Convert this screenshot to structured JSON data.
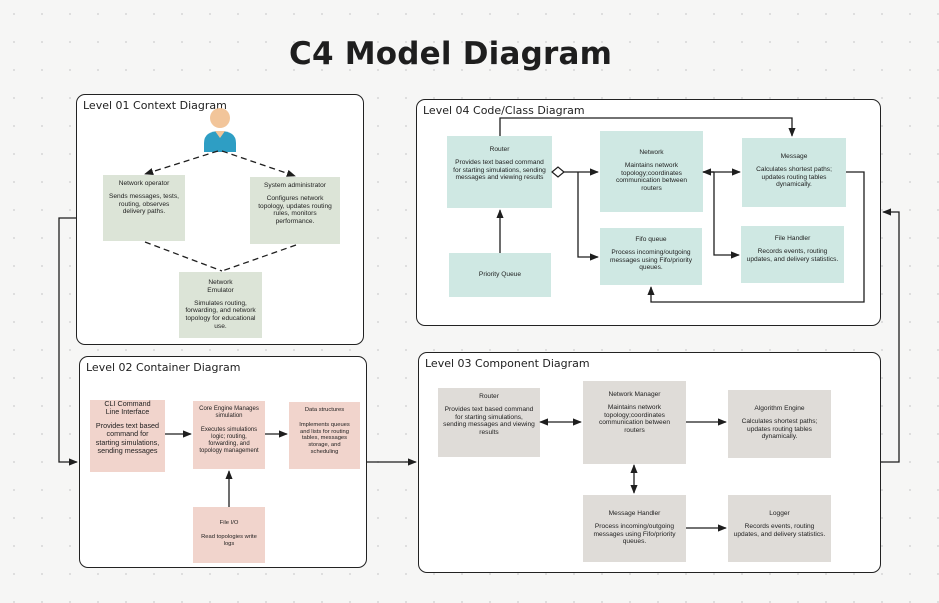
{
  "title": "C4 Model Diagram",
  "level1": {
    "title": "Level 01 Context Diagram",
    "operator": {
      "name": "Network operator",
      "desc": "Sends messages, tests, routing, observes delivery paths."
    },
    "admin": {
      "name": "System administrator",
      "desc": "Configures network topology, updates routing rules, monitors performance."
    },
    "emulator": {
      "name": "Network Emulator",
      "desc": "Simulates routing, forwarding, and network topology for educational use."
    }
  },
  "level2": {
    "title": "Level 02 Container Diagram",
    "cli": {
      "name": "CLI Command Line Interface",
      "desc": "Provides text based command for starting simulations, sending messages"
    },
    "core": {
      "name": "Core Engine Manages simulation",
      "desc": "Executes simulations logic; routing, forwarding, and topology management"
    },
    "ds": {
      "name": "Data structures",
      "desc": "Implements queues and lists for routing tables, messages storage, and scheduling"
    },
    "fileio": {
      "name": "File I/O",
      "desc": "Read topologies write logs"
    }
  },
  "level3": {
    "title": "Level 03 Component Diagram",
    "router": {
      "name": "Router",
      "desc": "Provides text based command for starting simulations, sending messages and viewing results"
    },
    "netmgr": {
      "name": "Network Manager",
      "desc": "Maintains network topology;coordinates communication between routers"
    },
    "algo": {
      "name": "Algorithm Engine",
      "desc": "Calculates shortest paths; updates routing tables dynamically."
    },
    "msghandler": {
      "name": "Message Handler",
      "desc": "Process incoming/outgoing messages using Fifo/priority queues."
    },
    "logger": {
      "name": "Logger",
      "desc": "Records events, routing updates, and delivery statistics."
    }
  },
  "level4": {
    "title": "Level 04 Code/Class Diagram",
    "router": {
      "name": "Router",
      "desc": "Provides text based command for starting simulations, sending messages and viewing results"
    },
    "network": {
      "name": "Network",
      "desc": "Maintains network topology;coordinates communication between routers"
    },
    "message": {
      "name": "Message",
      "desc": "Calculates shortest paths; updates routing tables dynamically."
    },
    "pq": {
      "name": "Priority Queue"
    },
    "fifo": {
      "name": "Fifo queue",
      "desc": "Process incoming/outgoing messages using Fifo/priority queues."
    },
    "filehandler": {
      "name": "File Handler",
      "desc": "Records events, routing updates, and delivery statistics."
    }
  },
  "colors": {
    "context": "#dce4d7",
    "container": "#f1d4cc",
    "component": "#dfdcd8",
    "code": "#cfe8e3",
    "avatar": "#2e9ec4",
    "skin": "#f2c59a"
  }
}
